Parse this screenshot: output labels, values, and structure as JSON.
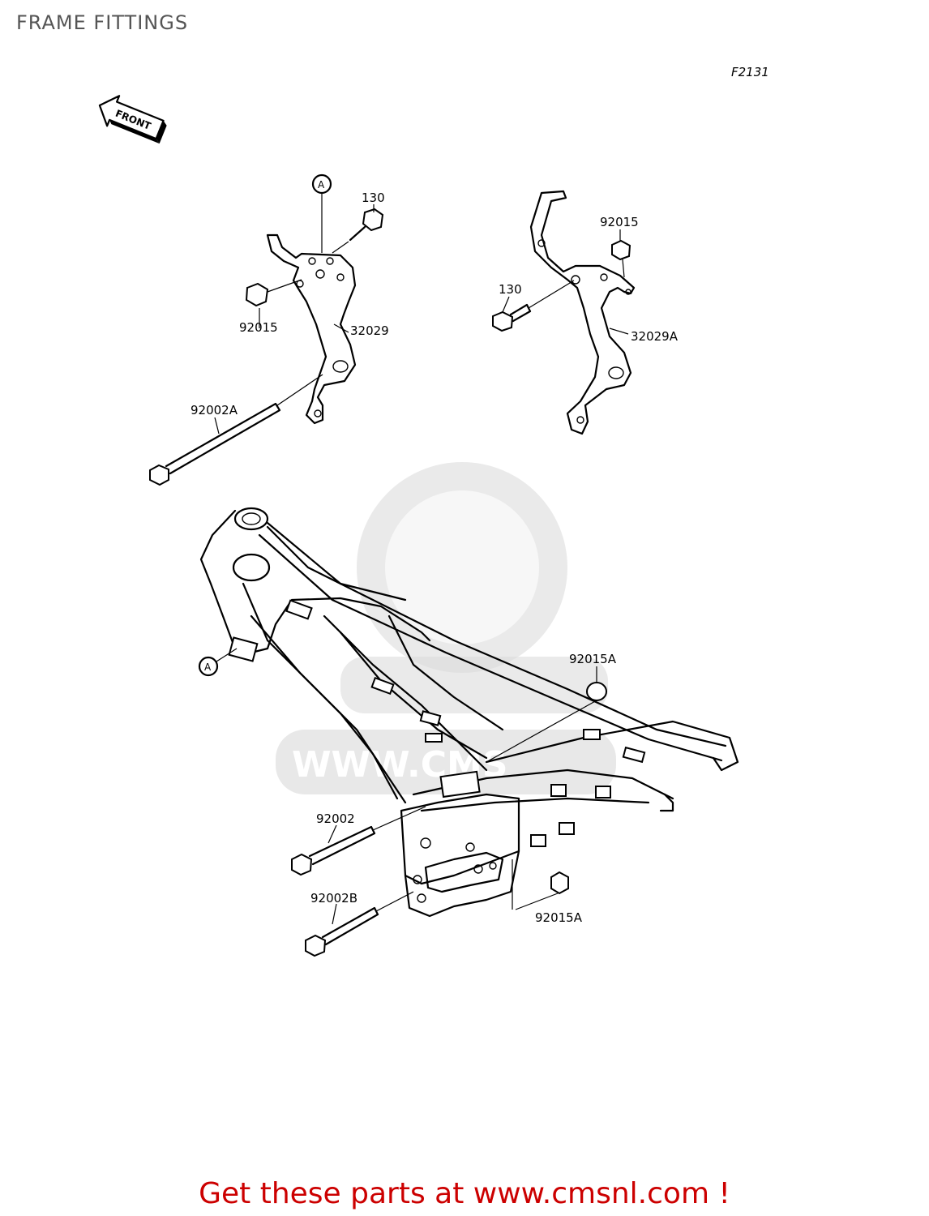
{
  "header": {
    "title": "FRAME FITTINGS"
  },
  "diagram": {
    "drawing_code": "F2131",
    "front_arrow": "FRONT",
    "reference_mark": "A",
    "watermark_text": "WWW.CMS",
    "part_labels": {
      "bolt_130_upper": "130",
      "nut_92015_upper_right": "92015",
      "nut_92015_upper_left": "92015",
      "bolt_130_left": "130",
      "bracket_32029": "32029",
      "bracket_32029A": "32029A",
      "bolt_92002A": "92002A",
      "nut_92015A_upper": "92015A",
      "bolt_92002": "92002",
      "bolt_92002B": "92002B",
      "nut_92015A_lower": "92015A"
    }
  },
  "footer": {
    "cta": "Get these parts at www.cmsnl.com !"
  }
}
